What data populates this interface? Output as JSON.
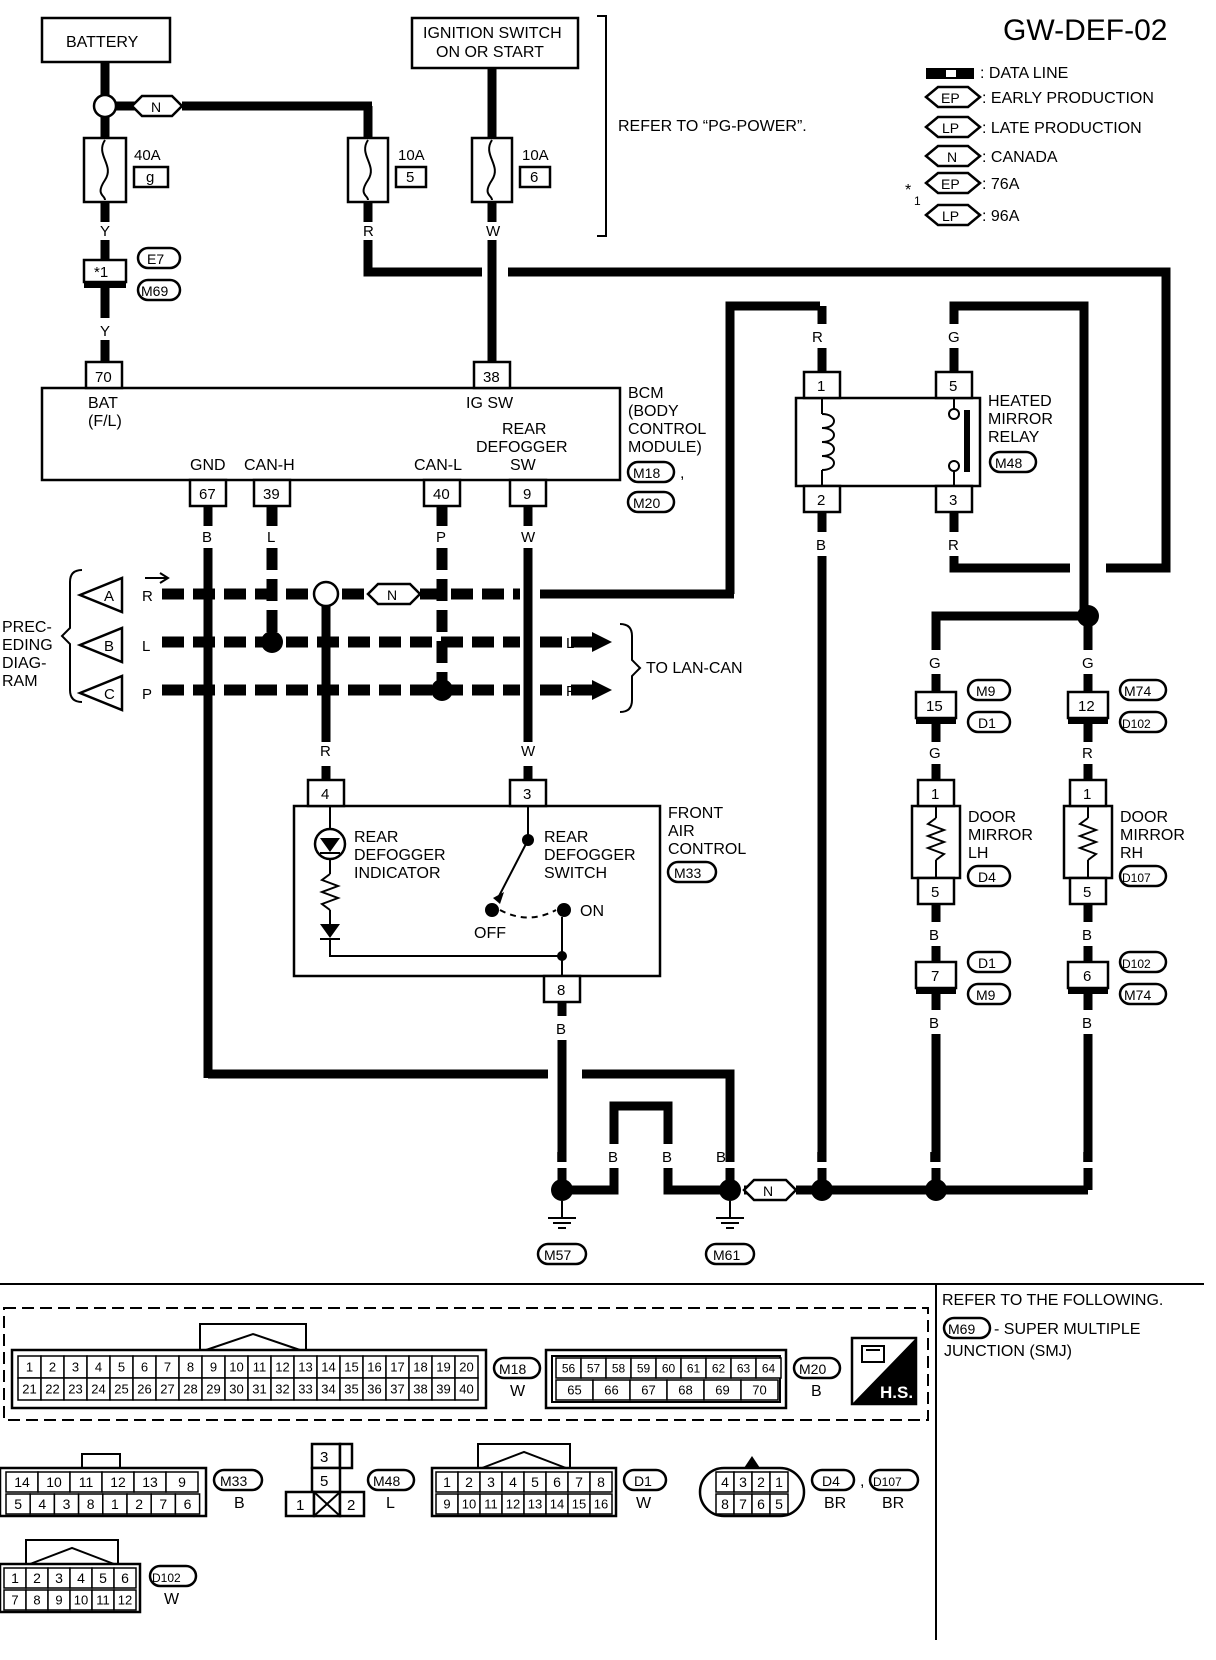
{
  "title": "GW-DEF-02",
  "legend": {
    "data_line": ": DATA LINE",
    "ep": "EP",
    "ep_text": ": EARLY PRODUCTION",
    "lp": "LP",
    "lp_text": ": LATE PRODUCTION",
    "n": "N",
    "n_text": ": CANADA",
    "star1": "*",
    "star1_sub": "1",
    "ep_76": ": 76A",
    "lp_96": ": 96A"
  },
  "battery": "BATTERY",
  "ignition": [
    "IGNITION SWITCH",
    "ON OR START"
  ],
  "refer_pg": "REFER TO “PG-POWER”.",
  "fuses": [
    {
      "amp": "40A",
      "id": "g"
    },
    {
      "amp": "10A",
      "id": "5"
    },
    {
      "amp": "10A",
      "id": "6"
    }
  ],
  "junction": {
    "label": "*1",
    "c1": "E7",
    "c2": "M69"
  },
  "bcm": {
    "name": [
      "BCM",
      "(BODY",
      "CONTROL",
      "MODULE)"
    ],
    "conn1": "M18",
    "comma": ",",
    "conn2": "M20",
    "bat": [
      "BAT",
      "(F/L)"
    ],
    "igsw": "IG SW",
    "gnd": "GND",
    "canh": "CAN-H",
    "canl": "CAN-L",
    "rd": [
      "REAR",
      "DEFOGGER",
      "SW"
    ],
    "pins": {
      "bat": "70",
      "ig": "38",
      "gnd": "67",
      "canh": "39",
      "canl": "40",
      "rd": "9"
    }
  },
  "relay": {
    "name": [
      "HEATED",
      "MIRROR",
      "RELAY"
    ],
    "conn": "M48",
    "pins": [
      "1",
      "2",
      "5",
      "3"
    ]
  },
  "front_air": {
    "name": [
      "FRONT",
      "AIR",
      "CONTROL"
    ],
    "conn": "M33",
    "indicator": [
      "REAR",
      "DEFOGGER",
      "INDICATOR"
    ],
    "switch": [
      "REAR",
      "DEFOGGER",
      "SWITCH"
    ],
    "off": "OFF",
    "on": "ON",
    "pins": [
      "4",
      "3",
      "8"
    ]
  },
  "preceding": [
    "PREC-",
    "EDING",
    "DIAG-",
    "RAM"
  ],
  "to_lan": "TO LAN-CAN",
  "arrows": [
    "A",
    "B",
    "C"
  ],
  "mirror_lh": {
    "name": [
      "DOOR",
      "MIRROR",
      "LH"
    ],
    "conn": "D4",
    "pins": [
      "15",
      "1",
      "5",
      "7"
    ],
    "c1": "M9",
    "c2": "D1",
    "c3": "D1",
    "c4": "M9"
  },
  "mirror_rh": {
    "name": [
      "DOOR",
      "MIRROR",
      "RH"
    ],
    "conn": "D107",
    "pins": [
      "12",
      "1",
      "5",
      "6"
    ],
    "c1": "M74",
    "c2": "D102",
    "c3": "D102",
    "c4": "M74"
  },
  "wire_colors": {
    "y": "Y",
    "r": "R",
    "w": "W",
    "g": "G",
    "b": "B",
    "l": "L",
    "p": "P"
  },
  "grounds": [
    "M57",
    "M61"
  ],
  "refer_following": [
    "REFER TO THE FOLLOWING.",
    "- SUPER MULTIPLE",
    "JUNCTION (SMJ)"
  ],
  "smj_conn": "M69",
  "hs": "H.S.",
  "connectors": {
    "m18": {
      "name": "M18",
      "color": "W",
      "row1": [
        "1",
        "2",
        "3",
        "4",
        "5",
        "6",
        "7",
        "8",
        "9",
        "10",
        "11",
        "12",
        "13",
        "14",
        "15",
        "16",
        "17",
        "18",
        "19",
        "20"
      ],
      "row2": [
        "21",
        "22",
        "23",
        "24",
        "25",
        "26",
        "27",
        "28",
        "29",
        "30",
        "31",
        "32",
        "33",
        "34",
        "35",
        "36",
        "37",
        "38",
        "39",
        "40"
      ]
    },
    "m20": {
      "name": "M20",
      "color": "B",
      "row1": [
        "56",
        "57",
        "58",
        "59",
        "60",
        "61",
        "62",
        "63",
        "64"
      ],
      "row2": [
        "65",
        "66",
        "67",
        "68",
        "69",
        "70"
      ]
    },
    "m33": {
      "name": "M33",
      "color": "B",
      "row1": [
        "14",
        "10",
        "11",
        "12",
        "13",
        "9"
      ],
      "row2": [
        "5",
        "4",
        "3",
        "8",
        "1",
        "2",
        "7",
        "6"
      ]
    },
    "m48": {
      "name": "M48",
      "color": "L",
      "cells": [
        "3",
        "5",
        "1",
        "2"
      ]
    },
    "d1": {
      "name": "D1",
      "color": "W",
      "row1": [
        "1",
        "2",
        "3",
        "4",
        "5",
        "6",
        "7",
        "8"
      ],
      "row2": [
        "9",
        "10",
        "11",
        "12",
        "13",
        "14",
        "15",
        "16"
      ]
    },
    "d4": {
      "name": "D4",
      "comma": ",",
      "name2": "D107",
      "color": "BR",
      "color2": "BR",
      "row1": [
        "4",
        "3",
        "2",
        "1"
      ],
      "row2": [
        "8",
        "7",
        "6",
        "5"
      ]
    },
    "d102": {
      "name": "D102",
      "color": "W",
      "row1": [
        "1",
        "2",
        "3",
        "4",
        "5",
        "6"
      ],
      "row2": [
        "7",
        "8",
        "9",
        "10",
        "11",
        "12"
      ]
    }
  }
}
